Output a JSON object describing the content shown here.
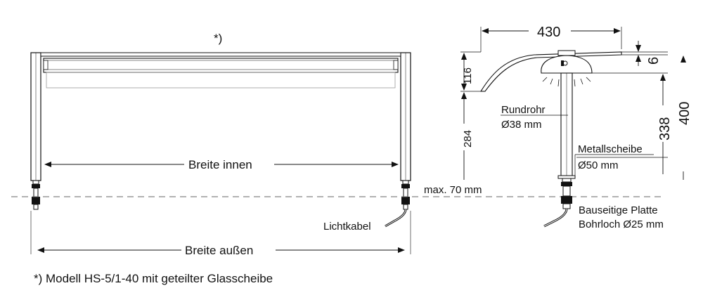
{
  "front_view": {
    "note_marker": "*)",
    "inner_width_label": "Breite innen",
    "outer_width_label": "Breite außen",
    "cable_label": "Lichtkabel",
    "max_label": "max. 70 mm"
  },
  "side_view": {
    "dim_430": "430",
    "dim_6": "6",
    "dim_116": "116",
    "dim_284": "284",
    "dim_338": "338",
    "dim_400": "400",
    "tube_label_1": "Rundrohr",
    "tube_label_2": "Ø38 mm",
    "disc_label_1": "Metallscheibe",
    "disc_label_2": "Ø50 mm",
    "plate_label_1": "Bauseitige Platte",
    "plate_label_2": "Bohrloch Ø25 mm"
  },
  "footnote": "*) Modell HS-5/1-40 mit geteilter Glasscheibe"
}
